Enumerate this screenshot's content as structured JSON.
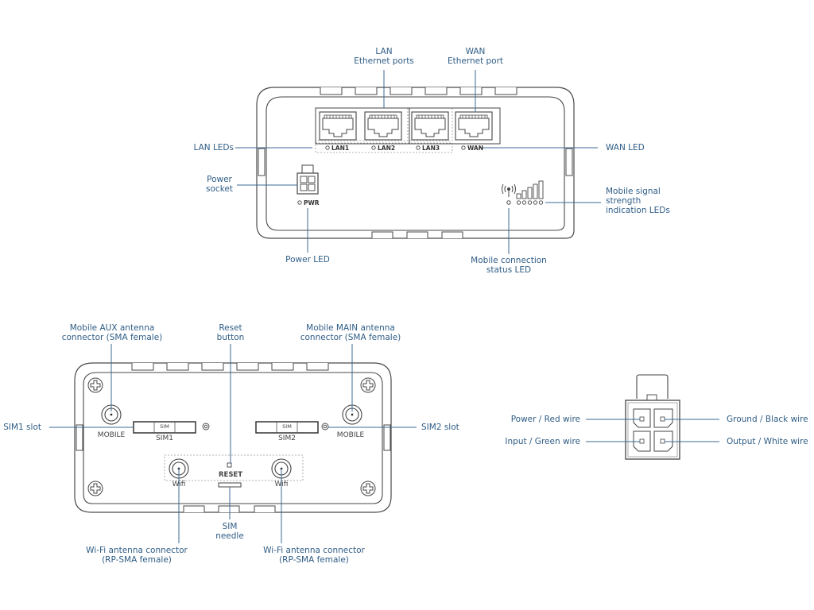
{
  "colors": {
    "callout": "#2f5d86",
    "outline": "#4a4a4a",
    "leader_line": "#3d6a93"
  },
  "top_view": {
    "labels": {
      "lan_ports": [
        "LAN",
        "Ethernet ports"
      ],
      "wan_port": [
        "WAN",
        "Ethernet port"
      ],
      "lan_leds": "LAN LEDs",
      "wan_led": "WAN LED",
      "power_socket": [
        "Power",
        "socket"
      ],
      "power_led": "Power LED",
      "signal_leds": [
        "Mobile signal",
        "strength",
        "indication LEDs"
      ],
      "mobile_status_led": [
        "Mobile connection",
        "status LED"
      ]
    },
    "device_text": {
      "lan1": "LAN1",
      "lan2": "LAN2",
      "lan3": "LAN3",
      "wan": "WAN",
      "pwr": "PWR"
    },
    "icons": [
      "antenna-icon",
      "signal-bars-icon"
    ]
  },
  "bottom_view": {
    "labels": {
      "aux_antenna": [
        "Mobile AUX antenna",
        "connector (SMA female)"
      ],
      "reset_button": [
        "Reset",
        "button"
      ],
      "main_antenna": [
        "Mobile MAIN antenna",
        "connector (SMA female)"
      ],
      "sim1_slot": "SIM1 slot",
      "sim2_slot": "SIM2 slot",
      "sim_needle": [
        "SIM",
        "needle"
      ],
      "wifi_left": [
        "Wi-Fi antenna connector",
        "(RP-SMA female)"
      ],
      "wifi_right": [
        "Wi-Fi antenna connector",
        "(RP-SMA female)"
      ]
    },
    "device_text": {
      "mobile_left": "MOBILE",
      "mobile_right": "MOBILE",
      "sim1": "SIM1",
      "sim2": "SIM2",
      "sim_tag": "SIM",
      "reset": "RESET",
      "wifi_left": "Wifi",
      "wifi_right": "Wifi"
    }
  },
  "connector_pinout": {
    "labels": {
      "power": "Power / Red wire",
      "ground": "Ground / Black wire",
      "input": "Input / Green wire",
      "output": "Output / White wire"
    }
  }
}
